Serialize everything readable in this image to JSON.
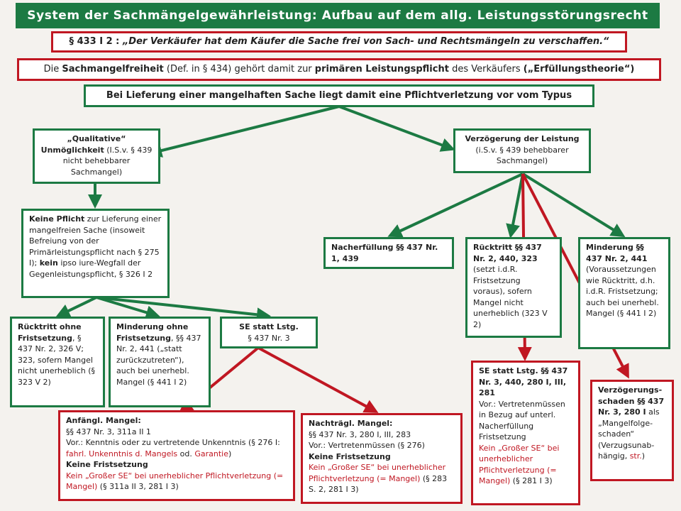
{
  "title": "System der Sachmängelgewährleistung: Aufbau auf dem allg. Leistungsstörungsrecht",
  "quote": {
    "ref": "§ 433 I 2 :",
    "text": "„Der Verkäufer hat dem Käufer die Sache frei von Sach- und Rechtsmängeln zu verschaffen.“"
  },
  "premise": {
    "t1": "Die ",
    "b1": "Sachmangelfreiheit",
    "t2": " (Def. in § 434) gehört damit zur ",
    "b2": "primären Leistungspflicht",
    "t3": " des Verkäufers ",
    "b3": "(„Erfüllungstheorie“)"
  },
  "conclusion": "Bei Lieferung einer mangelhaften Sache liegt damit eine Pflichtverletzung vor vom Typus",
  "impossibility": {
    "heading": "„Qualitative“ Unmöglichkeit",
    "note": "(I.S.v. § 439 nicht behebbarer Sachmangel)"
  },
  "delay": {
    "heading": "Verzögerung der Leistung",
    "note": "(i.S.v. § 439 behebbarer Sachmangel)"
  },
  "no_duty": {
    "b1": "Keine Pflicht",
    "t1": " zur Lieferung einer mangelfreien Sache (insoweit Befreiung von der Primärleistungspflicht nach § 275 I); ",
    "b2": "kein",
    "t2": " ipso iure-Wegfall der Gegenleistungspflicht, § 326 I 2"
  },
  "withdraw_no_deadline": {
    "heading": "Rücktritt ohne Fristsetzung",
    "text": ", § 437 Nr. 2, 326 V; 323, sofern Mangel nicht unerheblich (§ 323 V 2)"
  },
  "reduction_no_deadline": {
    "heading": "Minderung ohne Fristsetzung",
    "text": ", §§ 437 Nr. 2, 441 („statt zurückzutreten“), auch bei unerhebl. Mangel (§ 441 I 2)"
  },
  "damages_instead": {
    "heading": "SE statt Lstg.",
    "ref": "§ 437 Nr. 3"
  },
  "initial_defect": {
    "heading": "Anfängl. Mangel:",
    "ref": "§§ 437 Nr. 3, 311a II 1",
    "req": "Vor.: Kenntnis oder zu vertretende Unkenntnis (§ 276 I: ",
    "req_red1": "fahrl. Unkenntnis d. Mangels",
    "req_mid": " od. ",
    "req_red2": "Garantie",
    "req_end": ")",
    "bold": "Keine Fristsetzung",
    "red": "Kein „Großer SE“ bei unerheblicher Pflichtverletzung (= Mangel)",
    "end": " (§ 311a II 3, 281 I 3)"
  },
  "later_defect": {
    "heading": "Nachträgl. Mangel:",
    "ref": "§§ 437 Nr. 3, 280 I, III, 283",
    "req": "Vor.: Vertretenmüssen (§ 276)",
    "bold": "Keine Fristsetzung",
    "red": "Kein „Großer SE“ bei unerheblicher Pflichtverletzung (= Mangel)",
    "end": " (§ 283 S. 2, 281 I 3)"
  },
  "supplementary": {
    "heading": "Nacherfüllung §§ 437 Nr. 1, 439"
  },
  "withdraw": {
    "heading": "Rücktritt §§ 437 Nr. 2, 440, 323",
    "text": "(setzt i.d.R. Fristsetzung voraus), sofern Mangel nicht unerheblich (323 V 2)"
  },
  "reduction": {
    "heading": "Minderung §§ 437 Nr. 2, 441",
    "text": "(Voraussetzungen wie Rücktritt, d.h. i.d.R. Fristsetzung; auch bei unerhebl. Mangel (§ 441 I 2)"
  },
  "damages_delay": {
    "heading": "SE statt Lstg. §§ 437 Nr. 3, 440, 280 I, III, 281",
    "text": "Vor.: Vertretenmüssen in Bezug auf unterl. Nacherfüllung Fristsetzung",
    "red": "Kein „Großer SE“ bei unerheblicher Pflichtverletzung (= Mangel)",
    "end": " (§ 281 I 3)"
  },
  "delay_damages": {
    "heading": "Verzögerungs-schaden §§ 437 Nr. 3, 280 I",
    "text": " als „Mangelfolge-schaden“ (Verzugsunab-hängig, ",
    "red": "str.",
    "end": ")"
  },
  "colors": {
    "green": "#1c7a43",
    "red": "#c01722",
    "title_bg": "#1c7a43",
    "background": "#f4f2ee"
  }
}
